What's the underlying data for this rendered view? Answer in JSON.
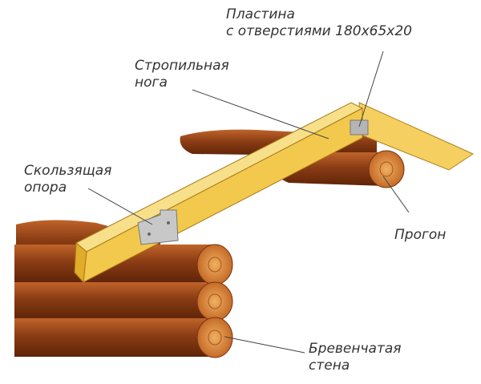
{
  "labels": {
    "plate_line1": "Пластина",
    "plate_line2": "с отверстиями 180х65х20",
    "rafter_line1": "Стропильная",
    "rafter_line2": "нога",
    "support_line1": "Скользящая",
    "support_line2": "опора",
    "purlin": "Прогон",
    "wall_line1": "Бревенчатая",
    "wall_line2": "стена"
  },
  "colors": {
    "wood": "#f2c94c",
    "wood_side": "#e0ac2a",
    "log": "#9a4a1c",
    "log_end": "#d98a3c",
    "metal": "#b8b8b8"
  }
}
